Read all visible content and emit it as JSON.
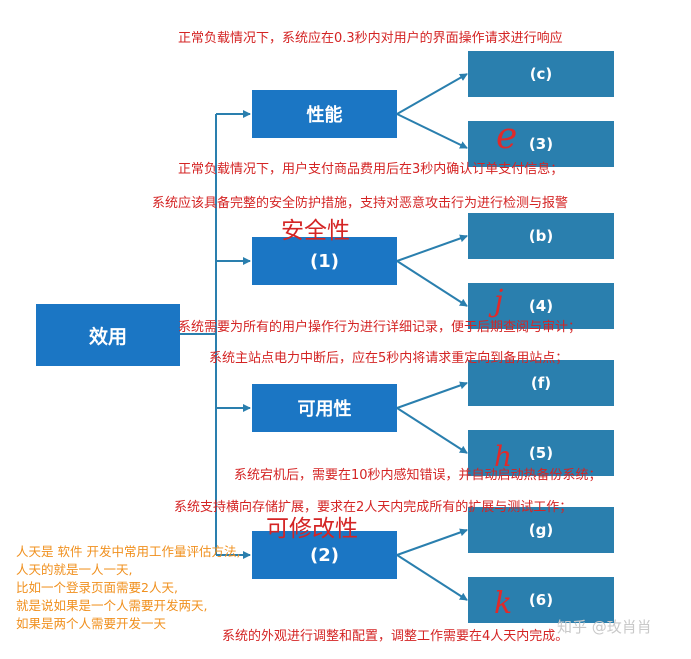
{
  "diagram": {
    "root": "效用",
    "branches": [
      {
        "label": "性能",
        "leaves": [
          "(c)",
          "(3)"
        ]
      },
      {
        "label": "(1)",
        "leaves": [
          "(b)",
          "(4)"
        ]
      },
      {
        "label": "可用性",
        "leaves": [
          "(f)",
          "(5)"
        ]
      },
      {
        "label": "(2)",
        "leaves": [
          "(g)",
          "(6)"
        ]
      }
    ]
  },
  "annotations": {
    "a1": "正常负载情况下，系统应在0.3秒内对用户的界面操作请求进行响应",
    "a2": "正常负载情况下，用户支付商品费用后在3秒内确认订单支付信息；",
    "a3": "系统应该具备完整的安全防护措施，支持对恶意攻击行为进行检测与报警",
    "a4": "系统需要为所有的用户操作行为进行详细记录，便于后期查阅与审计；",
    "a5": "系统主站点电力中断后，应在5秒内将请求重定向到备用站点；",
    "a6": "系统宕机后，需要在10秒内感知错误，并自动启动热备份系统；",
    "a7": "系统支持横向存储扩展，要求在2人天内完成所有的扩展与测试工作；",
    "a8": "系统的外观进行调整和配置，调整工作需要在4人天内完成。",
    "security": "安全性",
    "modifiability": "可修改性"
  },
  "handwritten": {
    "e": "e",
    "j": "j",
    "h": "h",
    "k": "k"
  },
  "note": [
    "人天是 软件 开发中常用工作量评估方法,",
    "人天的就是一人一天,",
    "比如一个登录页面需要2人天,",
    "就是说如果是一个人需要开发两天,",
    "如果是两个人需要开发一天"
  ],
  "watermark": "知乎 @玫肖肖",
  "colors": {
    "box": "#1b76c4",
    "leaf": "#2a7fae",
    "annotation": "#d42424",
    "note": "#f0901e"
  }
}
